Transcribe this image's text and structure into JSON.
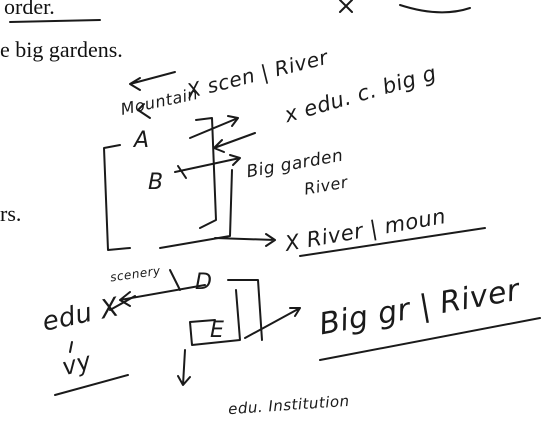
{
  "printed": {
    "line1": "order.",
    "line2": "e big gardens.",
    "line3": "rs."
  },
  "annotations": {
    "mountain": "Mountain",
    "scene_river_top": "X scen | River",
    "edu_big_garden": "x edu. c. big g",
    "label_a": "A",
    "label_b": "B",
    "label_d": "D",
    "label_e": "E",
    "big_garden": "Big garden",
    "river": "River",
    "x_river_mount": "X River | moun",
    "scenery": "scenery",
    "edu_x": "edu X",
    "big_gr_river": "Big gr | River",
    "vy": "vy",
    "edu_institution": "edu. Institution"
  }
}
